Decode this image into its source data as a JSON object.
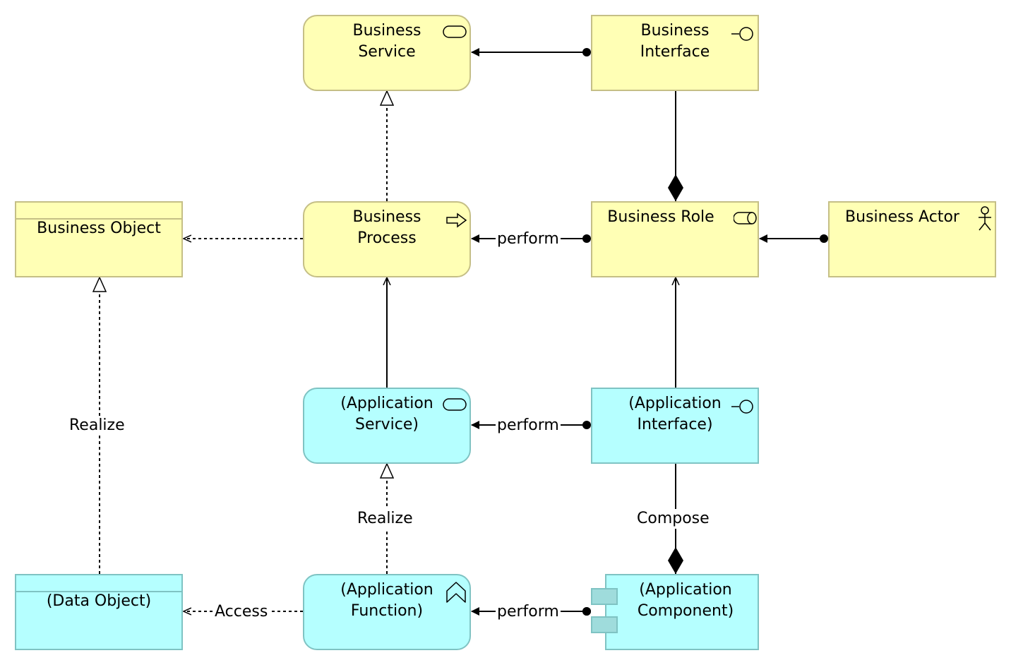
{
  "nodes": {
    "business_service": "Business\nService",
    "business_interface": "Business\nInterface",
    "business_object": "Business Object",
    "business_process": "Business\nProcess",
    "business_role": "Business Role",
    "business_actor": "Business Actor",
    "application_service": "(Application\nService)",
    "application_interface": "(Application\nInterface)",
    "data_object": "(Data Object)",
    "application_function": "(Application\nFunction)",
    "application_component": "(Application\nComponent)"
  },
  "relations": {
    "perform_1": "perform",
    "perform_2": "perform",
    "perform_3": "perform",
    "realize_1": "Realize",
    "realize_2": "Realize",
    "compose": "Compose",
    "access": "Access"
  },
  "colors": {
    "business_layer": "#ffffb5",
    "application_layer": "#b5ffff"
  },
  "icons": {
    "business_service": "service-icon",
    "business_interface": "interface-icon",
    "business_process": "process-arrow-icon",
    "business_role": "role-icon",
    "business_actor": "actor-icon",
    "application_service": "service-icon",
    "application_interface": "interface-icon",
    "application_function": "function-icon",
    "application_component": "component-icon"
  }
}
